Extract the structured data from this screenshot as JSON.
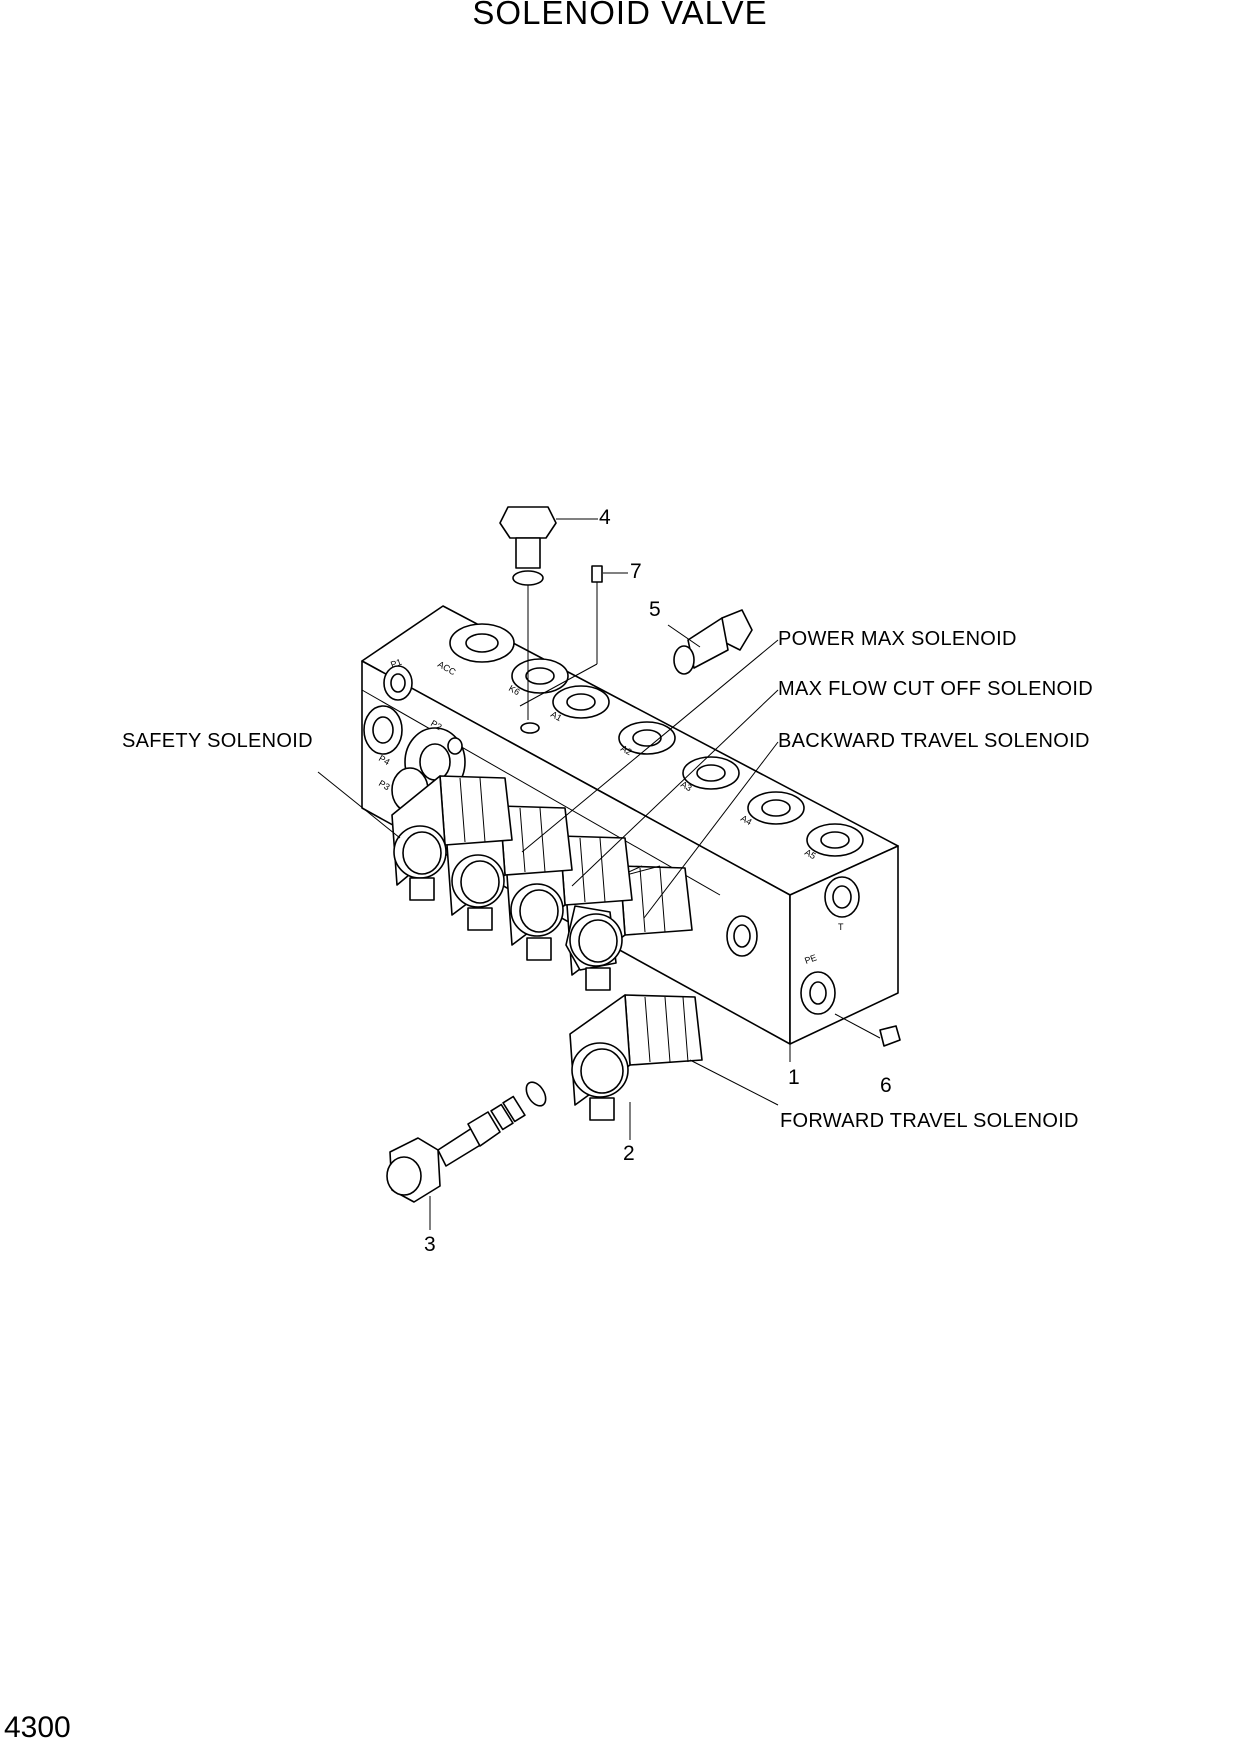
{
  "title": "SOLENOID VALVE",
  "page_number": "4300",
  "callouts": {
    "power_max": "POWER MAX SOLENOID",
    "max_flow_cut_off": "MAX FLOW CUT OFF SOLENOID",
    "backward_travel": "BACKWARD TRAVEL SOLENOID",
    "safety": "SAFETY SOLENOID",
    "forward_travel": "FORWARD TRAVEL SOLENOID"
  },
  "part_numbers": {
    "p1": "1",
    "p2": "2",
    "p3": "3",
    "p4": "4",
    "p5": "5",
    "p6": "6",
    "p7": "7"
  },
  "port_labels": {
    "acc": "ACC",
    "k6": "K6",
    "a1": "A1",
    "a2": "A2",
    "a3": "A3",
    "a4": "A4",
    "a5": "A5",
    "p1": "P1",
    "p2": "P2",
    "p3": "P3",
    "p4": "P4",
    "t": "T",
    "pe": "PE"
  }
}
